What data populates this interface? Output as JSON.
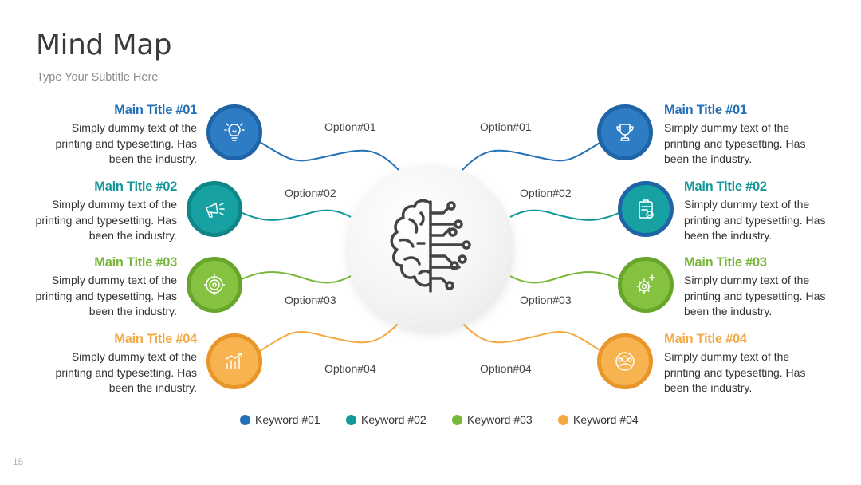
{
  "slide": {
    "title": "Mind Map",
    "subtitle": "Type Your Subtitle Here",
    "page_number": "15"
  },
  "colors": {
    "c1": "#2471b8",
    "c2": "#13989a",
    "c3": "#79b73a",
    "c4": "#f3aa42"
  },
  "hub": {
    "icon": "brain-circuit-icon"
  },
  "left": [
    {
      "title": "Main Title #01",
      "desc": [
        "Simply dummy text of the",
        "printing and typesetting. Has",
        "been the industry."
      ],
      "option": "Option#01",
      "icon": "lightbulb-icon"
    },
    {
      "title": "Main Title #02",
      "desc": [
        "Simply dummy text of the",
        "printing and typesetting. Has",
        "been the industry."
      ],
      "option": "Option#02",
      "icon": "megaphone-icon"
    },
    {
      "title": "Main Title #03",
      "desc": [
        "Simply dummy text of the",
        "printing and typesetting. Has",
        "been the industry."
      ],
      "option": "Option#03",
      "icon": "target-icon"
    },
    {
      "title": "Main Title #04",
      "desc": [
        "Simply dummy text of the",
        "printing and typesetting. Has",
        "been the industry."
      ],
      "option": "Option#04",
      "icon": "growth-chart-icon"
    }
  ],
  "right": [
    {
      "title": "Main Title #01",
      "desc": [
        "Simply dummy text of the",
        "printing and typesetting. Has",
        "been the industry."
      ],
      "option": "Option#01",
      "icon": "trophy-icon"
    },
    {
      "title": "Main Title #02",
      "desc": [
        "Simply dummy text of the",
        "printing and typesetting. Has",
        "been the industry."
      ],
      "option": "Option#02",
      "icon": "clipboard-check-icon"
    },
    {
      "title": "Main Title #03",
      "desc": [
        "Simply dummy text of the",
        "printing and typesetting. Has",
        "been the industry."
      ],
      "option": "Option#03",
      "icon": "gear-cog-icon"
    },
    {
      "title": "Main Title #04",
      "desc": [
        "Simply dummy text of the",
        "printing and typesetting. Has",
        "been the industry."
      ],
      "option": "Option#04",
      "icon": "team-icon"
    }
  ],
  "legend": [
    {
      "label": "Keyword #01"
    },
    {
      "label": "Keyword #02"
    },
    {
      "label": "Keyword #03"
    },
    {
      "label": "Keyword #04"
    }
  ]
}
